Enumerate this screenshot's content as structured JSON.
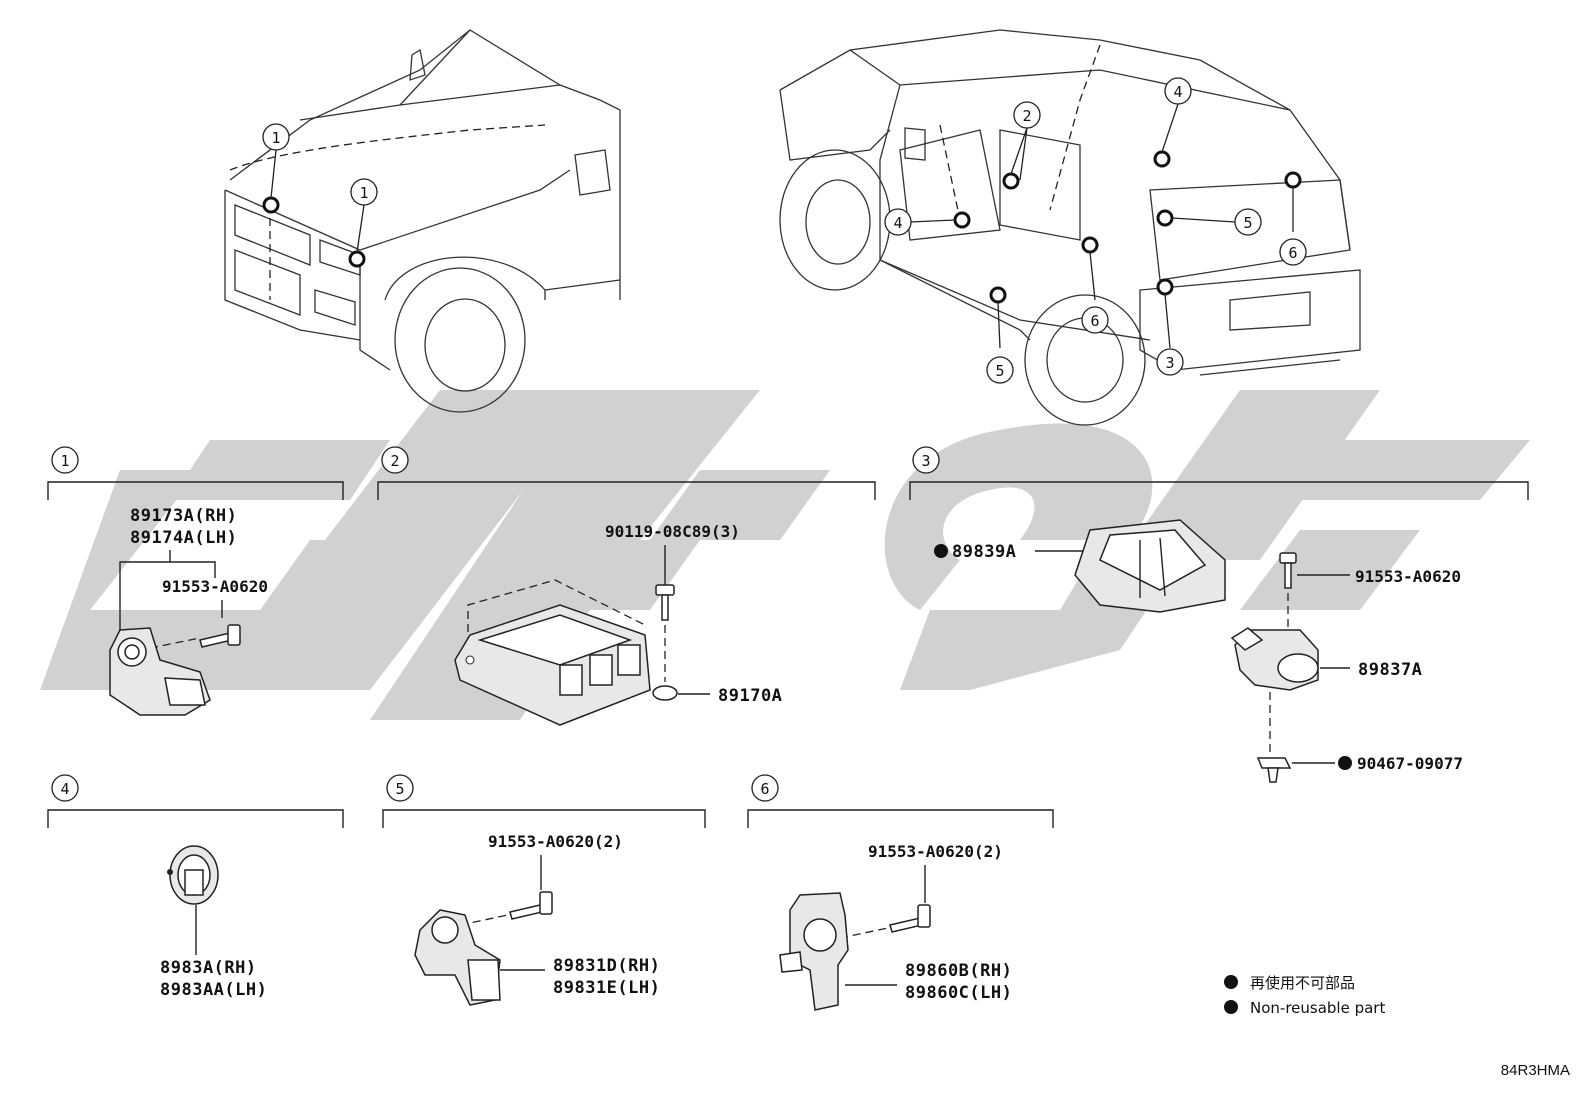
{
  "watermark": {
    "color": "#c9c9c9"
  },
  "callouts": {
    "vehicle_front": [
      "1",
      "1"
    ],
    "vehicle_rear": [
      "2",
      "4",
      "4",
      "5",
      "6",
      "6",
      "3",
      "5"
    ]
  },
  "sections": [
    {
      "id": "1",
      "labels": {
        "main_rh": "89173A(RH)",
        "main_lh": "89174A(LH)",
        "bolt": "91553-A0620"
      }
    },
    {
      "id": "2",
      "labels": {
        "bolt": "90119-08C89(3)",
        "ecu": "89170A"
      }
    },
    {
      "id": "3",
      "labels": {
        "cover": "89839A",
        "bolt": "91553-A0620",
        "sensor": "89837A",
        "clip": "90467-09077"
      }
    },
    {
      "id": "4",
      "labels": {
        "rh": "8983A(RH)",
        "lh": "8983AA(LH)"
      }
    },
    {
      "id": "5",
      "labels": {
        "bolt": "91553-A0620(2)",
        "rh": "89831D(RH)",
        "lh": "89831E(LH)"
      }
    },
    {
      "id": "6",
      "labels": {
        "bolt": "91553-A0620(2)",
        "rh": "89860B(RH)",
        "lh": "89860C(LH)"
      }
    }
  ],
  "legend": {
    "line1": "再使用不可部品",
    "line2": "Non-reusable part"
  },
  "diagram_code": "84R3HMA"
}
